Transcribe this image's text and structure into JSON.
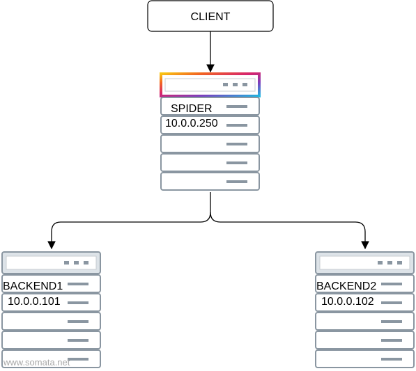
{
  "client": {
    "label": "CLIENT"
  },
  "spider": {
    "name": "SPIDER",
    "ip": "10.0.0.250"
  },
  "backends": [
    {
      "name": "BACKEND1",
      "ip": "10.0.0.101"
    },
    {
      "name": "BACKEND2",
      "ip": "10.0.0.102"
    }
  ],
  "watermark": "www.somata.net",
  "colors": {
    "server_border": "#8a96a1",
    "server_fill": "#ffffff",
    "server_header": "#dde3e8",
    "server_dots": "#8a96a1",
    "line": "#000000"
  }
}
